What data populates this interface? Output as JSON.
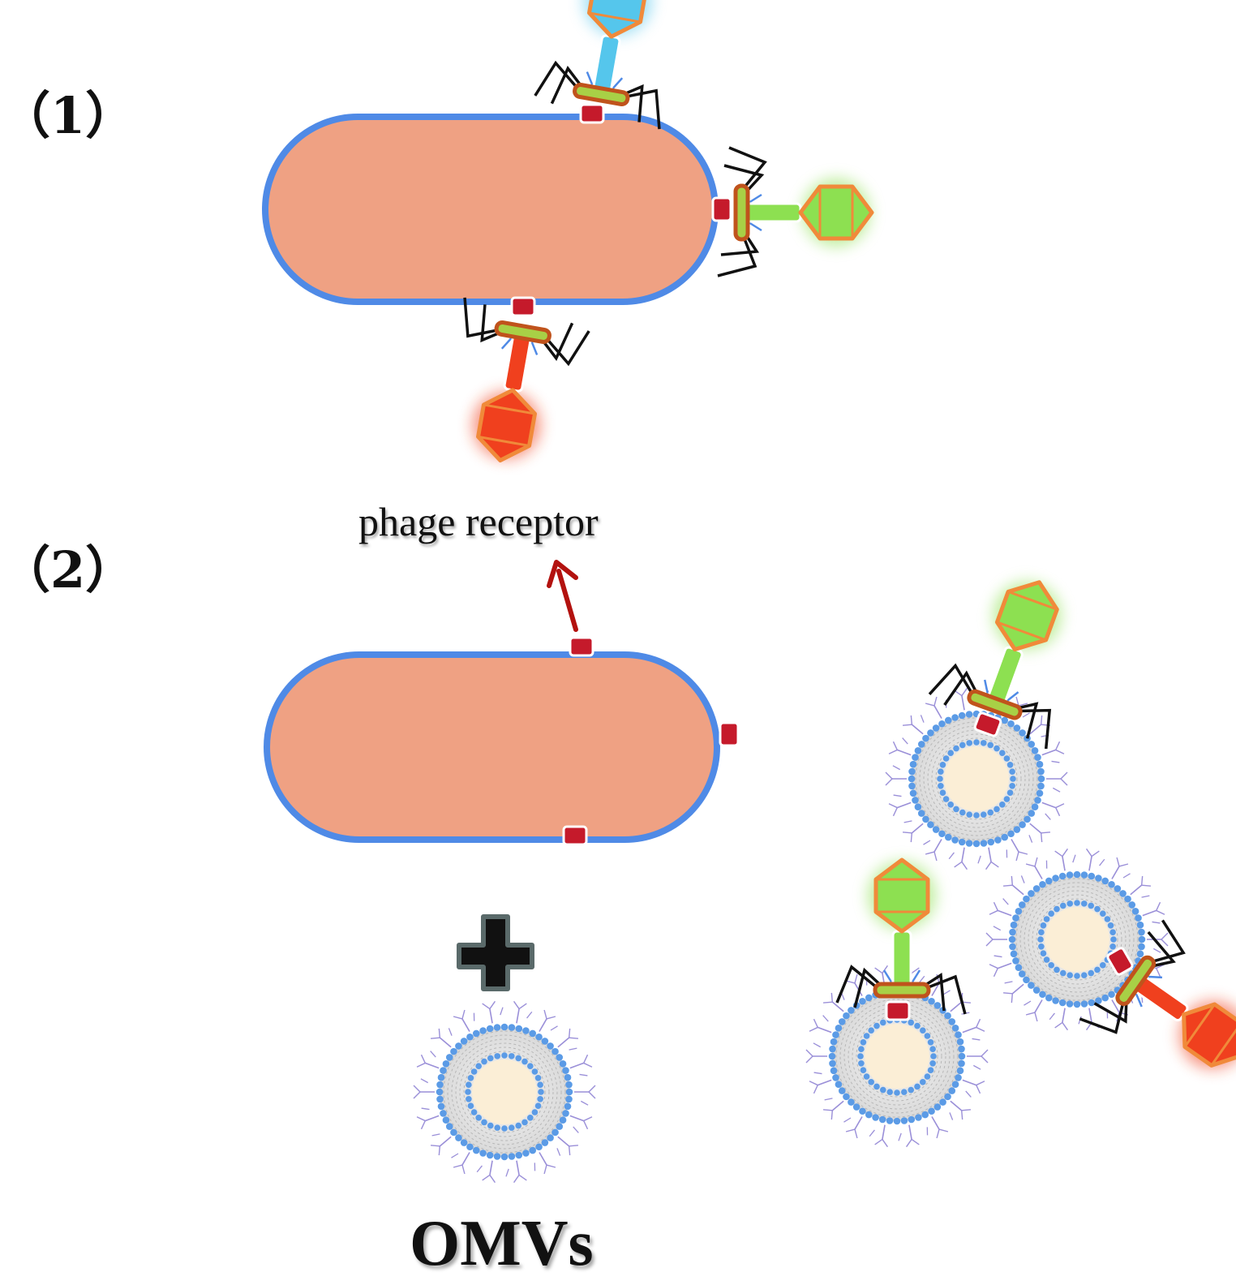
{
  "panels": [
    {
      "label": "（1）"
    },
    {
      "label": "（2）"
    }
  ],
  "receptor_callout": "phage receptor",
  "omv_label": "OMVs",
  "colors": {
    "cell_fill": "#EFA183",
    "cell_border": "#4F8AE6",
    "receptor": "#C51A2B",
    "arrow": "#B3120F",
    "phage_cyan": "#55C6EC",
    "phage_green": "#8DE051",
    "phage_red": "#F0401E",
    "capsid_outline": "#F08A3A",
    "omv_membrane": "#5B9BE6",
    "omv_core": "#FBEED6",
    "omv_lps": "#9A8FD8"
  }
}
